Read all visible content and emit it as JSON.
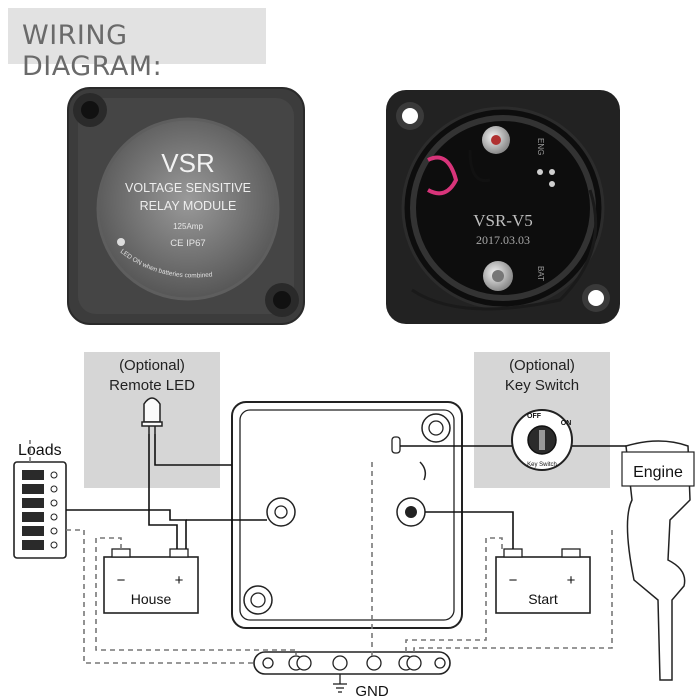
{
  "title": "WIRING DIAGRAM:",
  "module_front": {
    "brand": "VSR",
    "line1": "VOLTAGE SENSITIVE",
    "line2": "RELAY MODULE",
    "rating": "125Amp",
    "cert": "CE IP67",
    "led_note": "LED ON when batteries combined"
  },
  "module_back": {
    "board_label": "VSR-V5",
    "board_date": "2017.03.03",
    "eng_mark": "ENG",
    "bat_mark": "BAT"
  },
  "diagram": {
    "optional_led_line1": "(Optional)",
    "optional_led_line2": "Remote LED",
    "optional_switch_line1": "(Optional)",
    "optional_switch_line2": "Key Switch",
    "switch_off": "OFF",
    "switch_on": "ON",
    "switch_face": "Key Switch",
    "loads": "Loads",
    "engine": "Engine",
    "house": "House",
    "start": "Start",
    "gnd": "GND",
    "minus": "−",
    "plus": "+"
  },
  "colors": {
    "title_bg": "#e2e2e2",
    "title_text": "#6a6a6a",
    "option_box": "#d6d6d6",
    "module_body": "#3a3a3a",
    "wire": "#111111",
    "ground_wire": "#777777"
  }
}
